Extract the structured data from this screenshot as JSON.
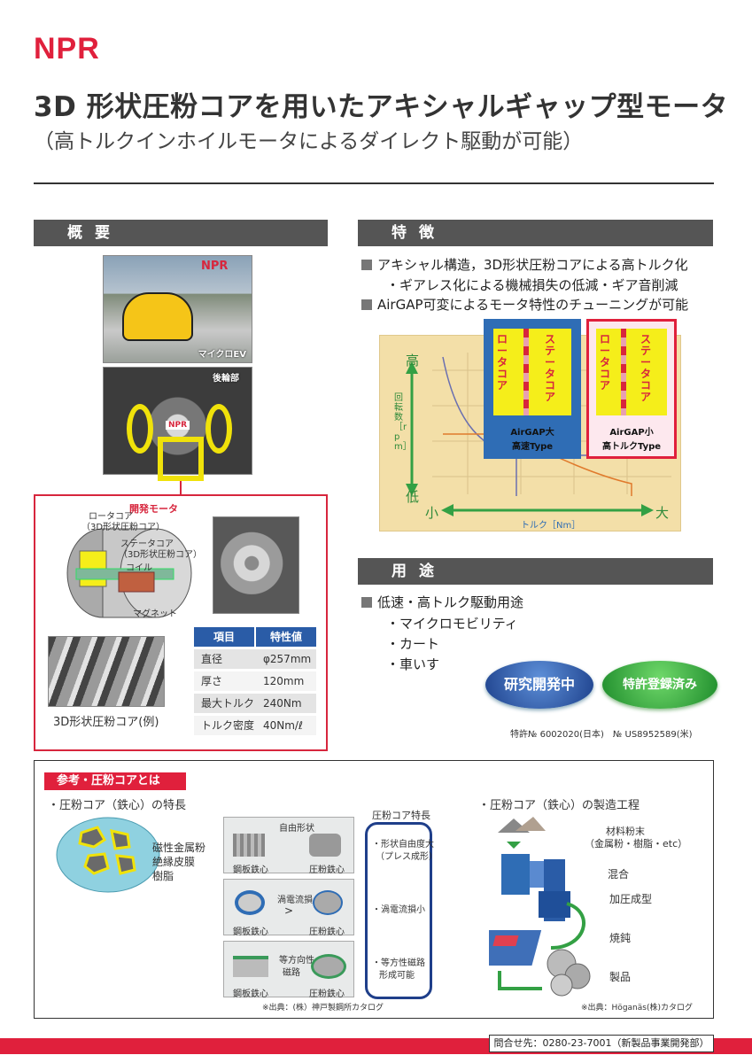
{
  "brand": "NPR",
  "title": "3D 形状圧粉コアを用いたアキシャルギャップ型モータ",
  "subtitle": "（高トルクインホイルモータによるダイレクト駆動が可能）",
  "sections": {
    "overview": "概要",
    "features": "特徴",
    "uses": "用途"
  },
  "overview": {
    "photo_sign": "NPR",
    "photo_label_ev": "マイクロEV",
    "photo_label_rear": "後輪部",
    "plate": "NPR",
    "dev_motor_label": "開発モータ",
    "diagram_labels": {
      "rotor": "ロータコア",
      "rotor_sub": "（3D形状圧粉コア）",
      "stator": "ステータコア",
      "stator_sub": "（3D形状圧粉コア）",
      "coil": "コイル",
      "magnet": "マグネット"
    },
    "core_caption": "3D形状圧粉コア(例)",
    "table": {
      "headers": [
        "項目",
        "特性値"
      ],
      "rows": [
        [
          "直径",
          "φ257mm"
        ],
        [
          "厚さ",
          "120mm"
        ],
        [
          "最大トルク",
          "240Nm"
        ],
        [
          "トルク密度",
          "40Nm/ℓ"
        ]
      ]
    }
  },
  "features": {
    "items": [
      "アキシャル構造，3D形状圧粉コアによる高トルク化",
      "・ギアレス化による機械損失の低減・ギア音削減",
      "AirGAP可変によるモータ特性のチューニングが可能"
    ],
    "chart": {
      "y_high": "高",
      "y_low": "低",
      "y_axis": "回転数［rpm］",
      "x_small": "小",
      "x_large": "大",
      "x_axis": "トルク［Nm］",
      "panel_rotor": "ロータコア",
      "panel_stator": "ステータコア",
      "left_caption_1": "AirGAP大",
      "left_caption_2": "高速Type",
      "right_caption_1": "AirGAP小",
      "right_caption_2": "高トルクType",
      "blue_color": "#2f6db5",
      "red_color": "#e0203c",
      "panel_yellow": "#f5ee1a"
    }
  },
  "uses": {
    "main": "低速・高トルク駆動用途",
    "subitems": [
      "・マイクロモビリティ",
      "・カート",
      "・車いす"
    ],
    "badge_research": "研究開発中",
    "badge_patent": "特許登録済み",
    "patent_text": "特許№ 6002020(日本)　№ US8952589(米)"
  },
  "reference": {
    "header": "参考・圧粉コアとは",
    "features_title": "・圧粉コア（鉄心）の特長",
    "ellipse_labels": [
      "磁性金属粉",
      "絶縁皮膜",
      "樹脂"
    ],
    "freeform": "自由形状",
    "row1": [
      "鋼板鉄心",
      "圧粉鉄心"
    ],
    "eddy": "渦電流損",
    "gt": ">",
    "row2": [
      "鋼板鉄心",
      "圧粉鉄心"
    ],
    "iso1": "等方向性",
    "iso2": "磁路",
    "row3": [
      "鋼板鉄心",
      "圧粉鉄心"
    ],
    "box_title": "圧粉コア特長",
    "box_items": [
      "・形状自由度大",
      "（プレス成形）",
      "・渦電流損小",
      "・等方性磁路",
      "形成可能"
    ],
    "source_left": "※出典：(株）神戸製鋼所カタログ",
    "process_title": "・圧粉コア（鉄心）の製造工程",
    "process": [
      "材料粉末",
      "（金属粉・樹脂・etc）",
      "混合",
      "加圧成型",
      "焼鈍",
      "製品"
    ],
    "source_right": "※出典：Höganäs(株)カタログ"
  },
  "footer": {
    "contact": "問合せ先：0280-23-7001（新製品事業開発部）",
    "bar_color": "#e0203c"
  }
}
